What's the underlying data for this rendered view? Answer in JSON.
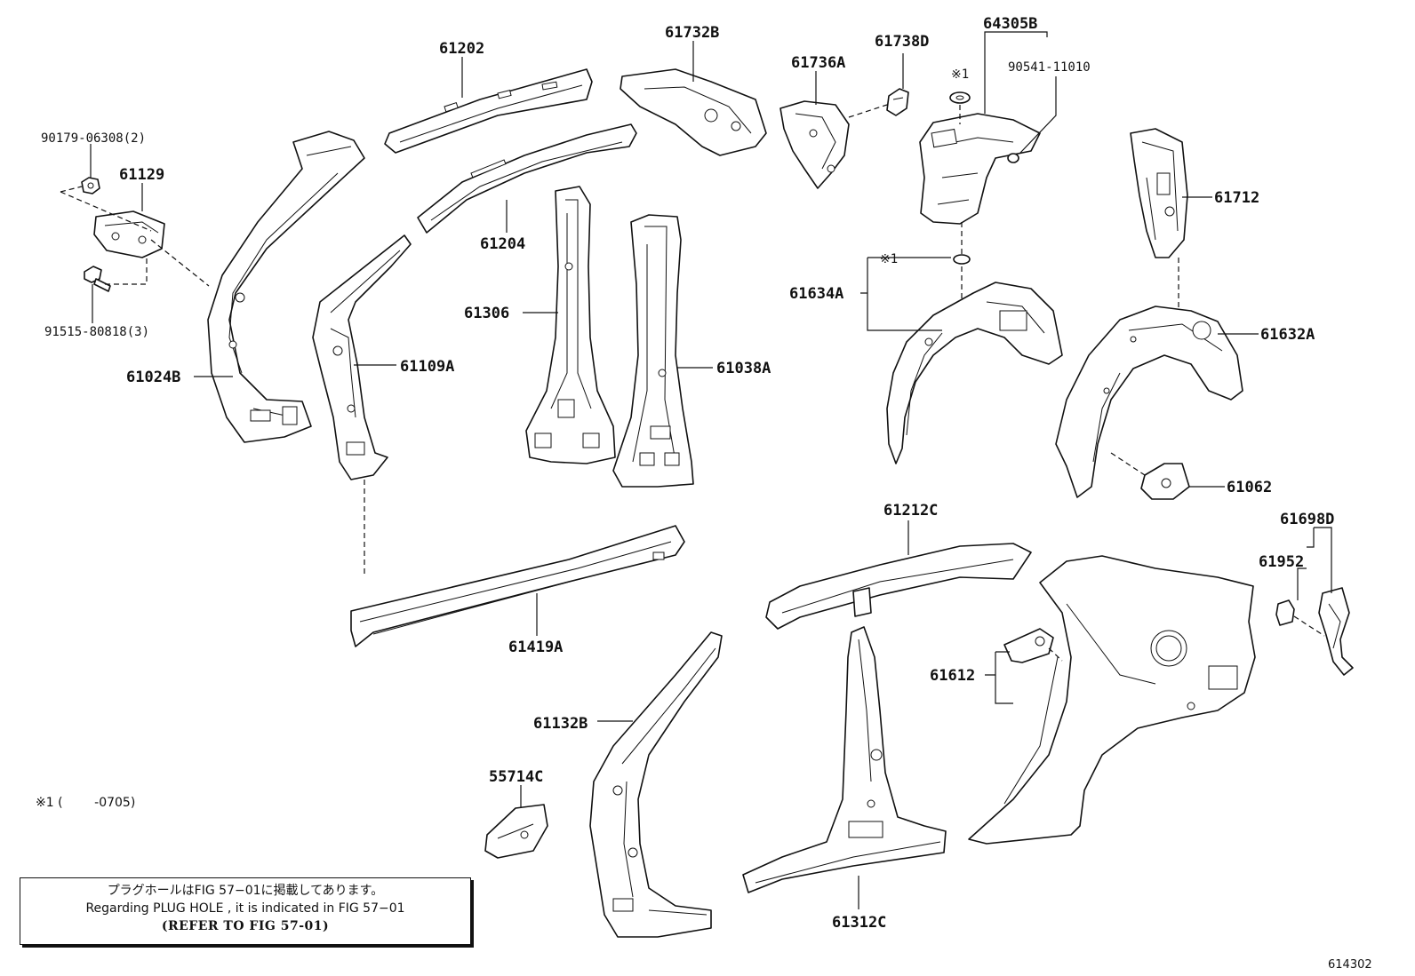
{
  "parts": {
    "p61202": "61202",
    "p61732b": "61732B",
    "p61736a": "61736A",
    "p61738d": "61738D",
    "p64305b": "64305B",
    "p90541": "90541-11010",
    "p90179": "90179-06308(2)",
    "p61129": "61129",
    "p91515": "91515-80818(3)",
    "p61024b": "61024B",
    "p61204": "61204",
    "p61306": "61306",
    "p61109a": "61109A",
    "p61038a": "61038A",
    "p61634a": "61634A",
    "p61712": "61712",
    "p61632a": "61632A",
    "p61062": "61062",
    "p61212c": "61212C",
    "p61698d": "61698D",
    "p61952": "61952",
    "p61419a": "61419A",
    "p61612": "61612",
    "p61132b": "61132B",
    "p55714c": "55714C",
    "p61312c": "61312C"
  },
  "marks": {
    "mark1_top": "※1",
    "mark1_mid": "※1"
  },
  "footnote": "※1 (        -0705)",
  "note_box": {
    "japanese": "プラグホールはFIG 57−01に掲載してあります。",
    "english": "Regarding  PLUG  HOLE , it is indicated in FIG  57−01",
    "refer": "(REFER TO FIG 57-01)"
  },
  "figure_number": "614302"
}
